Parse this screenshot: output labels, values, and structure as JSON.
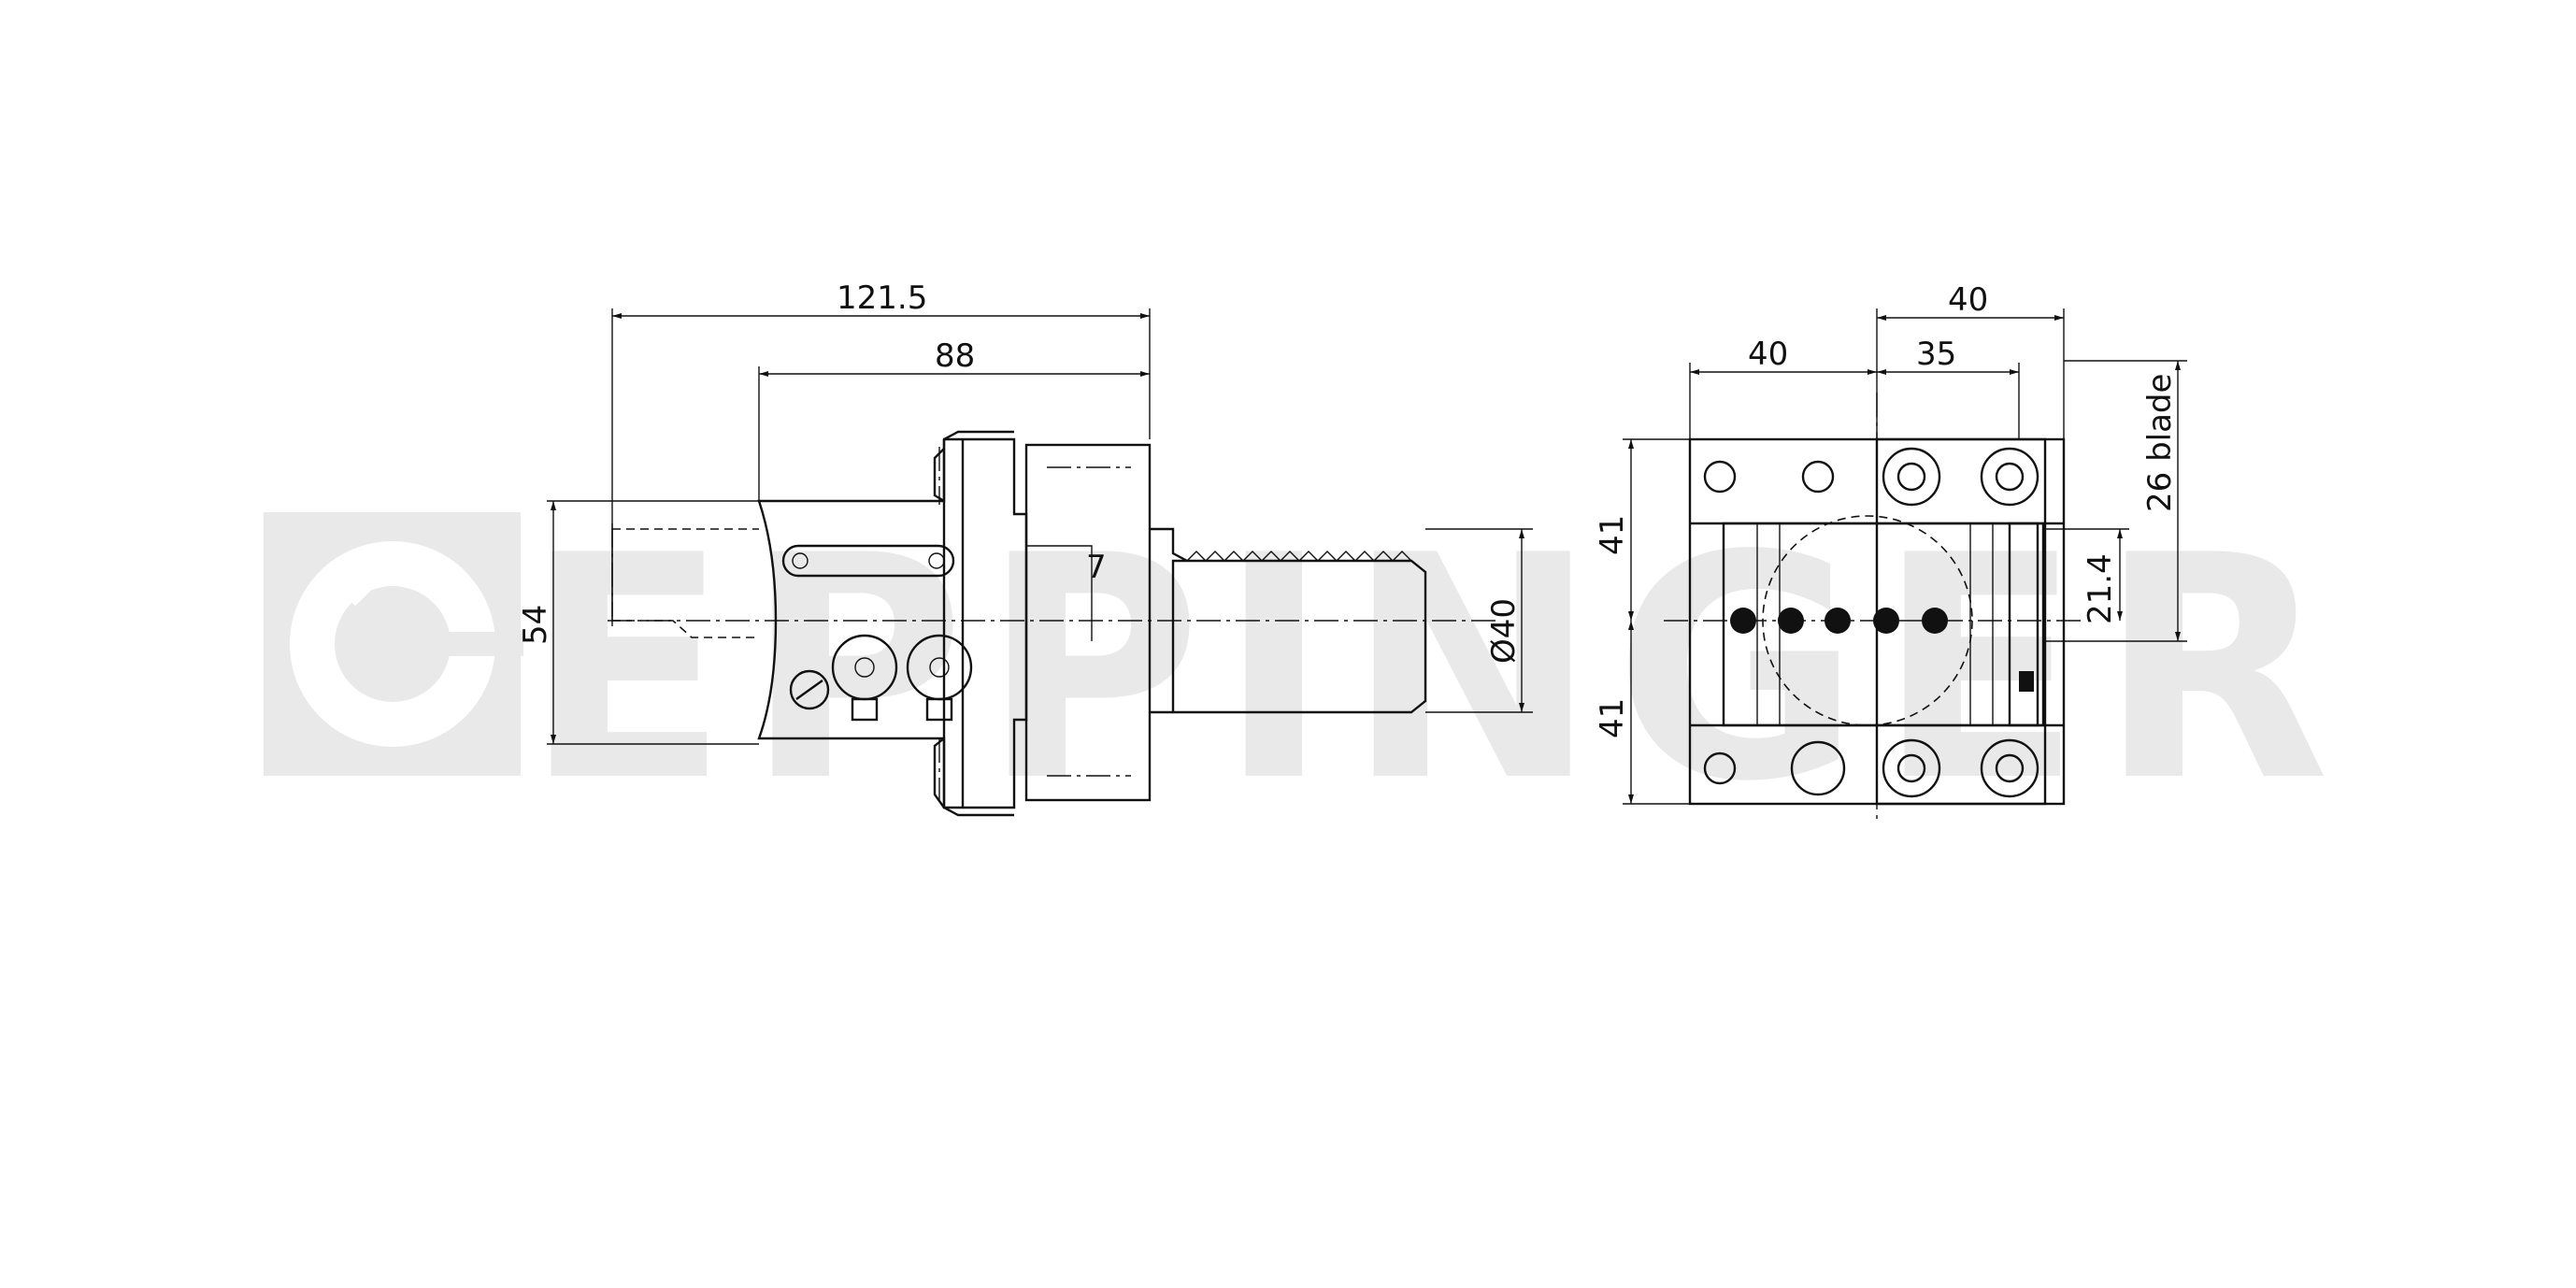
{
  "watermark": {
    "text": "EPPINGER",
    "color": "#e9e9e9"
  },
  "dimensions": {
    "side_overall_length": "121.5",
    "side_body_length": "88",
    "side_height": "54",
    "side_shank_diameter": "Ø40",
    "side_detail": "7",
    "front_width_left": "40",
    "front_width_top": "40",
    "front_width_right": "35",
    "front_height_upper": "41",
    "front_height_lower": "41",
    "front_blade_height": "26 blade",
    "front_center_offset": "21.4"
  },
  "colors": {
    "line": "#111111",
    "background": "#ffffff"
  }
}
